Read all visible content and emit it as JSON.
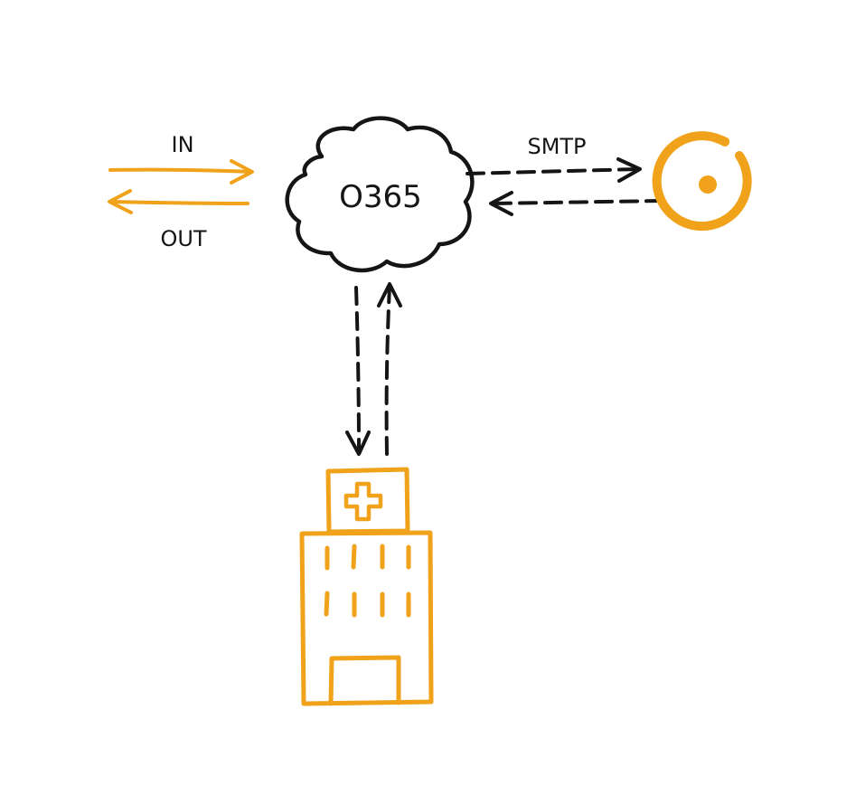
{
  "labels": {
    "in": "IN",
    "out": "OUT",
    "cloud": "O365",
    "smtp": "SMTP"
  },
  "colors": {
    "accent": "#f0a21a",
    "ink": "#151515",
    "background": "#ffffff"
  },
  "icons": {
    "service": "target-ring-icon",
    "building": "hospital-building-icon"
  }
}
